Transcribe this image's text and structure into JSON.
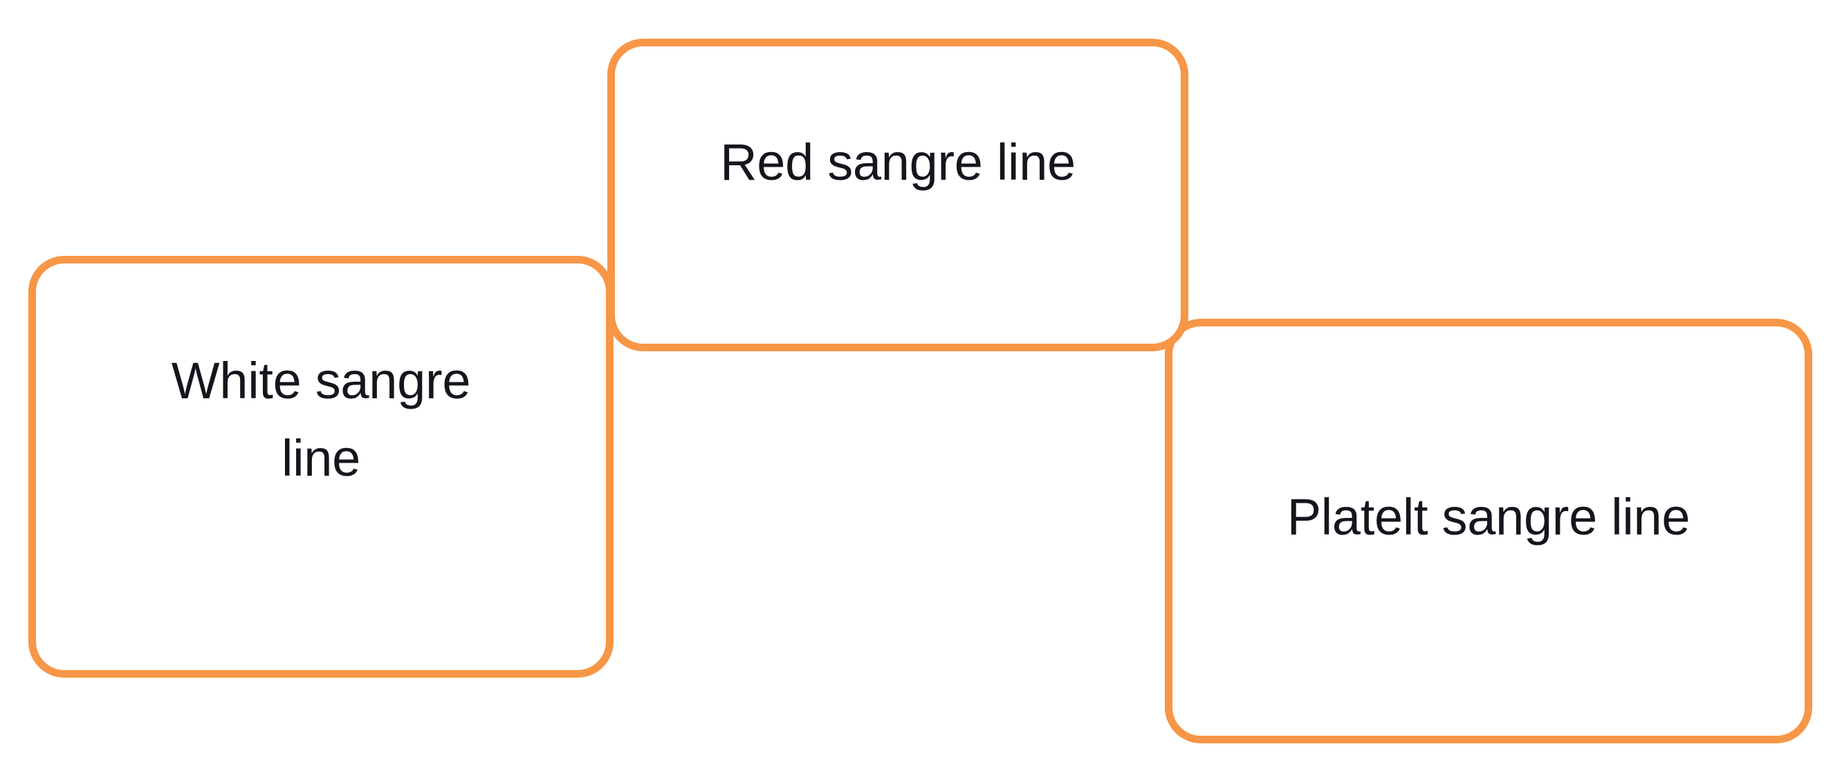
{
  "diagram": {
    "type": "flow-nodes",
    "title": "",
    "background_color": "#ffffff",
    "node_border_color": "#F79646",
    "node_fill_color": "#ffffff",
    "node_text_color": "#14161d",
    "nodes": [
      {
        "id": "white-sangre-line",
        "label": "White sangre\nline",
        "label_plain": "White sangre line"
      },
      {
        "id": "red-sangre-line",
        "label": "Red sangre line",
        "label_plain": "Red sangre line"
      },
      {
        "id": "platelt-sangre-line",
        "label": "Platelt sangre line",
        "label_plain": "Platelt sangre line"
      }
    ]
  }
}
